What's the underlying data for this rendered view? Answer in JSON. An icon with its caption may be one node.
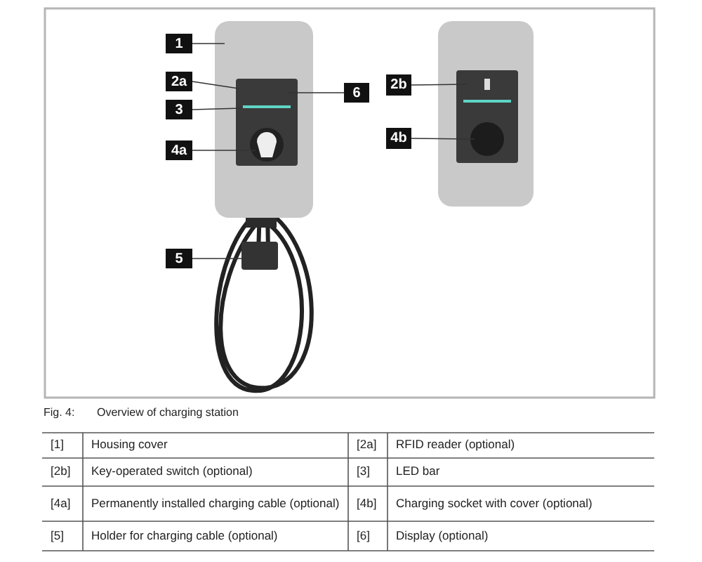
{
  "diagram": {
    "nodes": [
      {
        "text": [
          "1"
        ]
      },
      {
        "text": [
          "2a"
        ]
      },
      {
        "text": [
          "3"
        ]
      },
      {
        "text": [
          "4a"
        ]
      },
      {
        "text": [
          "5"
        ]
      },
      {
        "text": [
          "6"
        ]
      },
      {
        "text": [
          "2b"
        ]
      },
      {
        "text": [
          "4b"
        ]
      }
    ],
    "edges": [
      {
        "from": 0,
        "to": null,
        "arrow": "none"
      },
      {
        "from": 1,
        "to": null,
        "arrow": "none"
      },
      {
        "from": 2,
        "to": null,
        "arrow": "none"
      },
      {
        "from": 3,
        "to": null,
        "arrow": "none"
      },
      {
        "from": 4,
        "to": null,
        "arrow": "none"
      },
      {
        "from": 5,
        "to": null,
        "arrow": "none"
      },
      {
        "from": 6,
        "to": null,
        "arrow": "none"
      },
      {
        "from": 7,
        "to": null,
        "arrow": "none"
      }
    ],
    "labels": [
      "Fig. 4:",
      "Overview of charging station",
      "[1]",
      "Housing cover",
      "[2a]",
      "RFID reader (optional)",
      "[2b]",
      "Key-operated switch (optional)",
      "[3]",
      "LED bar",
      "[4a]",
      "Permanently installed charging cable (optional)",
      "[4b]",
      "Charging socket with cover (optional)",
      "[5]",
      "Holder for charging cable (optional)",
      "[6]",
      "Display (optional)"
    ]
  }
}
